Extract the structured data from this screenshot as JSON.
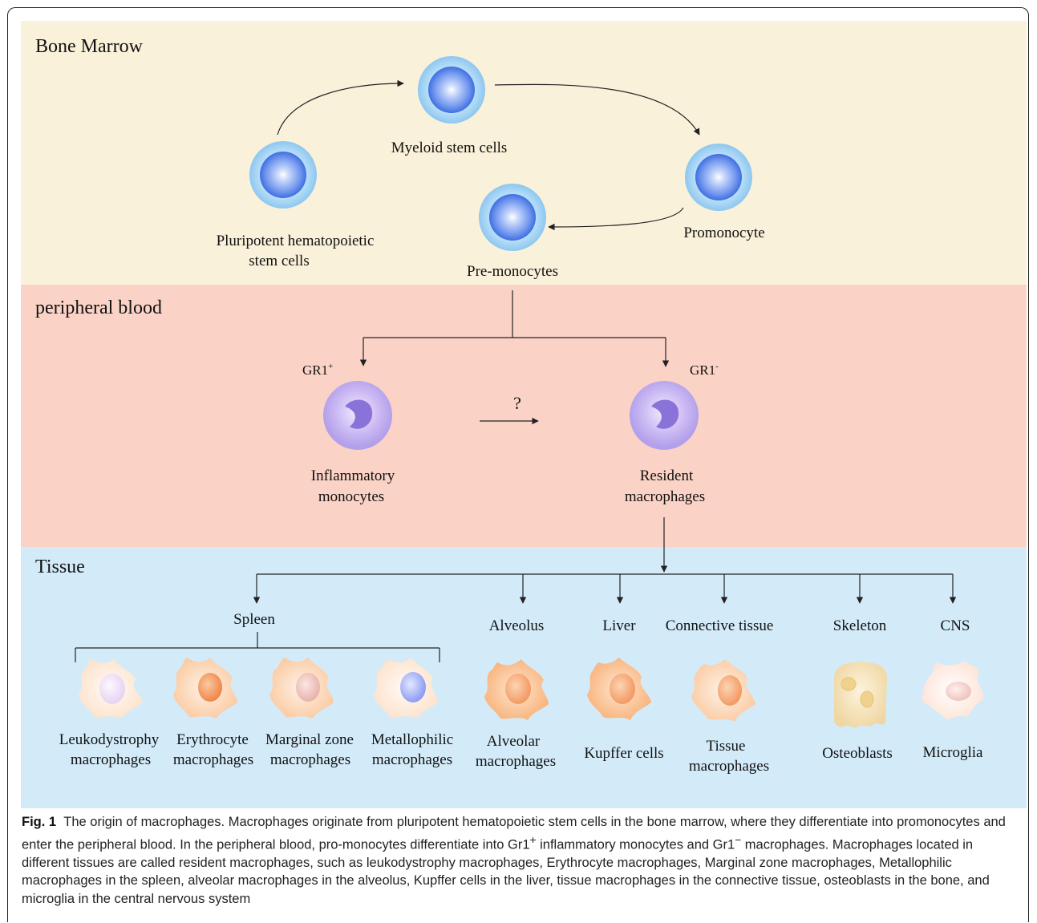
{
  "sections": {
    "bone_marrow": "Bone Marrow",
    "peripheral_blood": "peripheral blood",
    "tissue": "Tissue"
  },
  "cells": {
    "pluripotent_line1": "Pluripotent hematopoietic",
    "pluripotent_line2": "stem cells",
    "myeloid": "Myeloid stem cells",
    "promonocyte": "Promonocyte",
    "premonocytes": "Pre-monocytes",
    "gr1_plus_base": "GR1",
    "gr1_plus_sup": "+",
    "gr1_minus_base": "GR1",
    "gr1_minus_sup": "-",
    "question": "?",
    "inflammatory_line1": "Inflammatory",
    "inflammatory_line2": "monocytes",
    "resident_line1": "Resident",
    "resident_line2": "macrophages"
  },
  "tissues": {
    "spleen": "Spleen",
    "alveolus": "Alveolus",
    "liver": "Liver",
    "connective": "Connective tissue",
    "skeleton": "Skeleton",
    "cns": "CNS"
  },
  "tissue_cells": {
    "leuko_line1": "Leukodystrophy",
    "leuko_line2": "macrophages",
    "erythro_line1": "Erythrocyte",
    "erythro_line2": "macrophages",
    "marginal_line1": "Marginal zone",
    "marginal_line2": "macrophages",
    "metallo_line1": "Metallophilic",
    "metallo_line2": "macrophages",
    "alveolar_line1": "Alveolar",
    "alveolar_line2": "macrophages",
    "kupffer": "Kupffer cells",
    "tissue_mac_line1": "Tissue",
    "tissue_mac_line2": "macrophages",
    "osteoblasts": "Osteoblasts",
    "microglia": "Microglia"
  },
  "caption": {
    "label": "Fig. 1",
    "part1": "The origin of macrophages. Macrophages originate from pluripotent hematopoietic stem cells in the bone marrow, where they differentiate into promonocytes and enter the peripheral blood. In the peripheral blood, pro-monocytes differentiate into Gr1",
    "sup_plus": "+",
    "part2": " inflammatory monocytes and Gr1",
    "sup_minus": "−",
    "part3": " macrophages. Macrophages located in different tissues are called resident macrophages, such as leukodystrophy macrophages, Erythrocyte macrophages, Marginal zone macrophages, Metallophilic macrophages in the spleen, alveolar macrophages in the alveolus, Kupffer cells in the liver, tissue macrophages in the connective tissue, osteoblasts in the bone, and microglia in the central nervous system"
  },
  "colors": {
    "bone_marrow_bg": "#faf1da",
    "peripheral_blood_bg": "#fad3c6",
    "tissue_bg": "#d3ebf9"
  }
}
